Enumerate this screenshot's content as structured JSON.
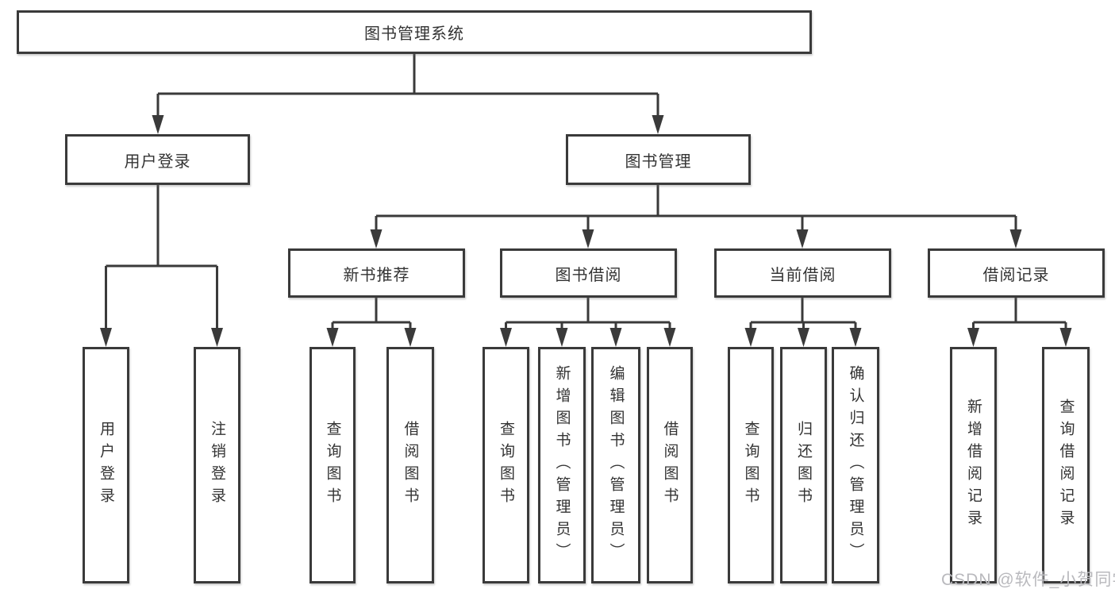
{
  "diagram": {
    "tree": {
      "label": "图书管理系统",
      "children": [
        {
          "label": "用户登录",
          "children": [
            {
              "label": "用户登录"
            },
            {
              "label": "注销登录"
            }
          ]
        },
        {
          "label": "图书管理",
          "children": [
            {
              "label": "新书推荐",
              "children": [
                {
                  "label": "查询图书"
                },
                {
                  "label": "借阅图书"
                }
              ]
            },
            {
              "label": "图书借阅",
              "children": [
                {
                  "label": "查询图书"
                },
                {
                  "label": "新增图书（管理员）"
                },
                {
                  "label": "编辑图书（管理员）"
                },
                {
                  "label": "借阅图书"
                }
              ]
            },
            {
              "label": "当前借阅",
              "children": [
                {
                  "label": "查询图书"
                },
                {
                  "label": "归还图书"
                },
                {
                  "label": "确认归还（管理员）"
                }
              ]
            },
            {
              "label": "借阅记录",
              "children": [
                {
                  "label": "新增借阅记录"
                },
                {
                  "label": "查询借阅记录"
                }
              ]
            }
          ]
        }
      ]
    },
    "colors": {
      "line": "#3a3a3a",
      "box_border": "#3a3a3a",
      "text": "#333333",
      "background": "#ffffff",
      "watermark": "#b9b9bd"
    },
    "watermark": "CSDN @软件_小贺同学"
  }
}
